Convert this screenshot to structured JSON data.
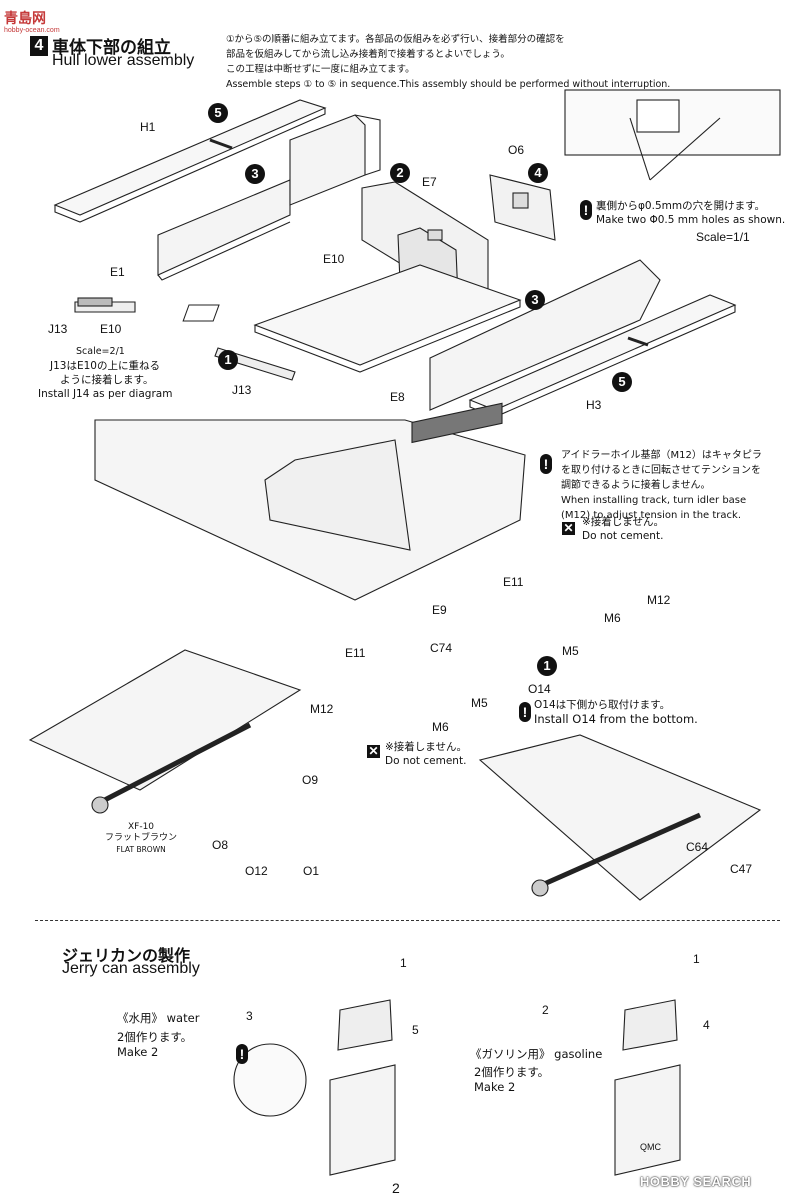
{
  "watermark": {
    "logo": "青島网",
    "site": "hobby-ocean.com",
    "corner_brand": "HOBBY SEARCH"
  },
  "section1": {
    "step_number": "4",
    "title_jp": "車体下部の組立",
    "title_en": "Hull lower assembly",
    "notes": [
      "①から⑤の順番に組み立てます。各部品の仮組みを必ず行い、接着部分の確認を",
      "部品を仮組みしてから流し込み接着剤で接着するとよいでしょう。",
      "この工程は中断せずに一度に組み立てます。",
      "Assemble steps ① to ⑤ in sequence.This assembly should be performed without interruption."
    ]
  },
  "hole_note": {
    "jp": "裏側からφ0.5mmの穴を開けます。",
    "en": "Make two Φ0.5 mm holes as shown.",
    "scale": "Scale=1/1"
  },
  "parts": {
    "H1": "H1",
    "E1": "E1",
    "E10": "E10",
    "E7": "E7",
    "O6": "O6",
    "E8": "E8",
    "H3": "H3",
    "J13": "J13",
    "J13b": "J13",
    "E10b": "E10",
    "E11a": "E11",
    "E11b": "E11",
    "E9": "E9",
    "C74": "C74",
    "M6a": "M6",
    "M6b": "M6",
    "M5a": "M5",
    "M5b": "M5",
    "M12a": "M12",
    "M12b": "M12",
    "O14": "O14",
    "O9": "O9",
    "O8": "O8",
    "O12": "O12",
    "O1": "O1",
    "C64": "C64",
    "C47": "C47"
  },
  "step_badges": {
    "s5a": "5",
    "s3a": "3",
    "s2": "2",
    "s4": "4",
    "s3b": "3",
    "s5b": "5",
    "s1a": "1",
    "s1b": "1"
  },
  "inset_j13": {
    "scale": "Scale=2/1",
    "jp1": "J13はE10の上に重ねる",
    "jp2": "ように接着します。",
    "en": "Install J14 as per diagram"
  },
  "idler_note": {
    "jp1": "アイドラーホイル基部（M12）はキャタピラ",
    "jp2": "を取り付けるときに回転させてテンションを",
    "jp3": "調節できるように接着しません。",
    "en1": "When installing track, turn idler base",
    "en2": "(M12) to adjust tension in the track."
  },
  "no_cement_1": {
    "jp": "※接着しません。",
    "en": "Do not cement."
  },
  "no_cement_2": {
    "jp": "※接着しません。",
    "en": "Do not cement."
  },
  "o14_note": {
    "jp": "O14は下側から取付けます。",
    "en": "Install O14 from the bottom."
  },
  "paint": {
    "code": "XF-10",
    "jp": "フラットブラウン",
    "en": "FLAT BROWN"
  },
  "section2": {
    "title_jp": "ジェリカンの製作",
    "title_en": "Jerry can assembly",
    "water_label_jp": "《水用》",
    "water_label_en": "water",
    "water_make_jp": "2個作ります。",
    "water_make_en": "Make 2",
    "gas_label_jp": "《ガソリン用》",
    "gas_label_en": "gasoline",
    "gas_make_jp": "2個作ります。",
    "gas_make_en": "Make 2",
    "callouts": {
      "w1": "1",
      "w3": "3",
      "w5": "5",
      "g1": "1",
      "g2": "2",
      "g4": "4"
    },
    "can_marking": "QMC"
  },
  "page_number": "2"
}
